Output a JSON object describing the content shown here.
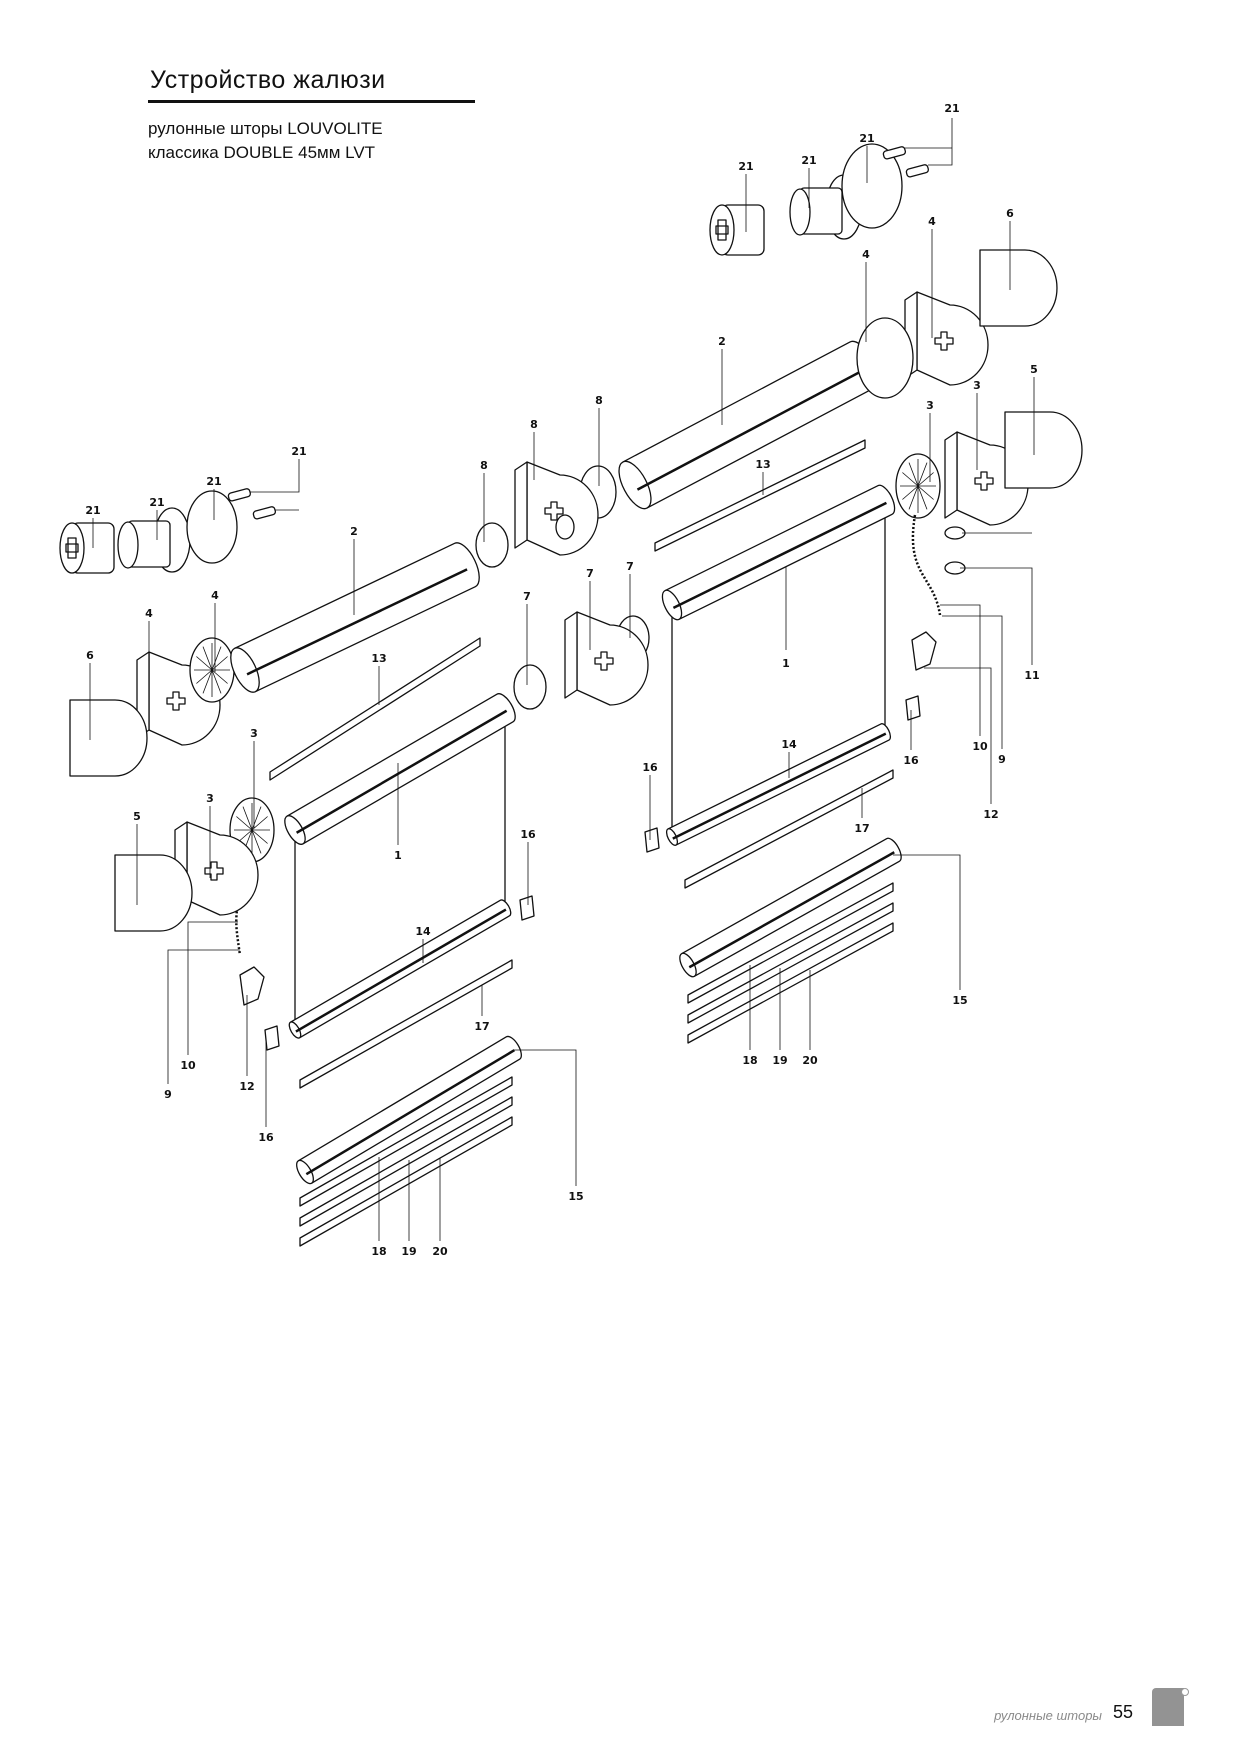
{
  "header": {
    "title": "Устройство жалюзи",
    "subtitle_line1": "рулонные шторы LOUVOLITE",
    "subtitle_line2": "классика DOUBLE 45мм LVT"
  },
  "diagram": {
    "callouts": [
      "21",
      "21",
      "21",
      "21",
      "4",
      "6",
      "4",
      "2",
      "5",
      "3",
      "3",
      "8",
      "8",
      "13",
      "8",
      "21",
      "21",
      "21",
      "21",
      "2",
      "7",
      "7",
      "7",
      "4",
      "4",
      "6",
      "13",
      "1",
      "11",
      "3",
      "14",
      "10",
      "9",
      "16",
      "16",
      "3",
      "5",
      "12",
      "17",
      "16",
      "1",
      "14",
      "15",
      "17",
      "18",
      "19",
      "20",
      "10",
      "9",
      "12",
      "16",
      "15",
      "18",
      "19",
      "20",
      "11"
    ]
  },
  "footer": {
    "section": "рулонные шторы",
    "page_number": "55"
  }
}
